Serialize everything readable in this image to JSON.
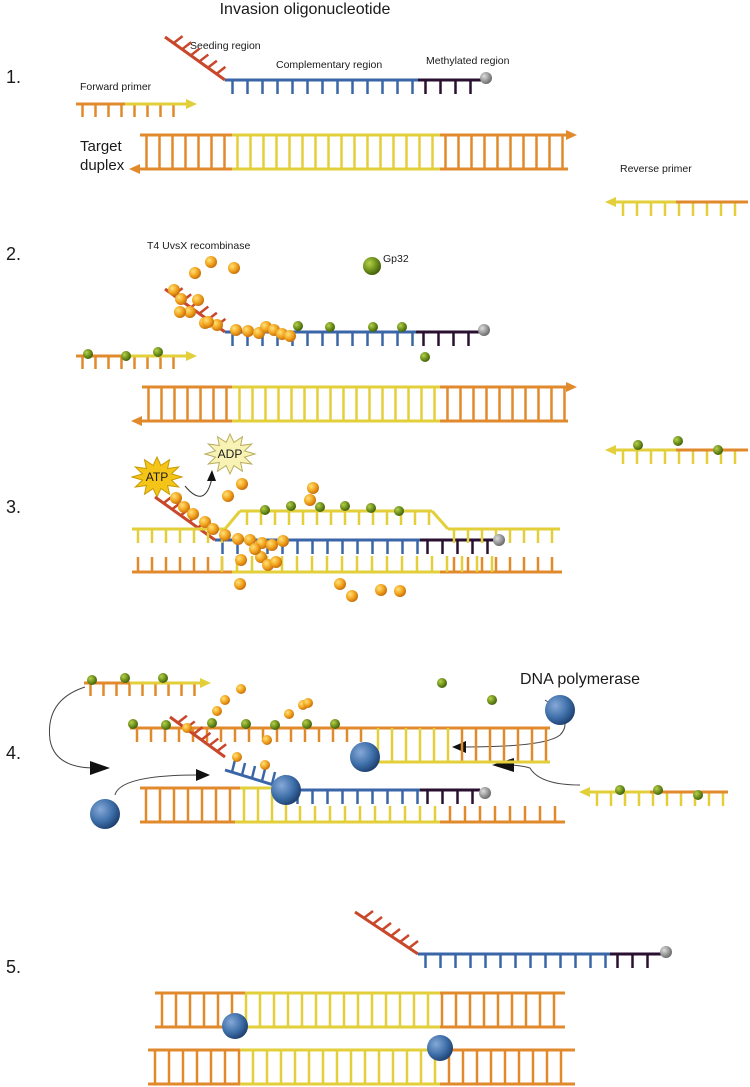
{
  "title": "Invasion oligonucleotide",
  "steps": [
    "1.",
    "2.",
    "3.",
    "4.",
    "5."
  ],
  "labels": {
    "seeding_region": "Seeding region",
    "complementary_region": "Complementary region",
    "methylated_region": "Methylated region",
    "forward_primer": "Forward primer",
    "target_duplex_line1": "Target",
    "target_duplex_line2": "duplex",
    "reverse_primer": "Reverse primer",
    "recombinase": "T4 UvsX recombinase",
    "gp32": "Gp32",
    "atp": "ATP",
    "adp": "ADP",
    "dna_polymerase": "DNA polymerase"
  },
  "colors": {
    "orange_strand": "#e08a2c",
    "yellow_strand": "#e2cf3a",
    "seeding_red": "#c9472a",
    "complementary_blue": "#3a66a8",
    "methylated_dark": "#2a1030",
    "recombinase": "#f0a020",
    "gp32": "#6b8e1a",
    "polymerase": "#3d6ea8",
    "methyl_cap": "#888888",
    "atp_burst": "#f4c518",
    "adp_burst": "#f8f2b4"
  }
}
